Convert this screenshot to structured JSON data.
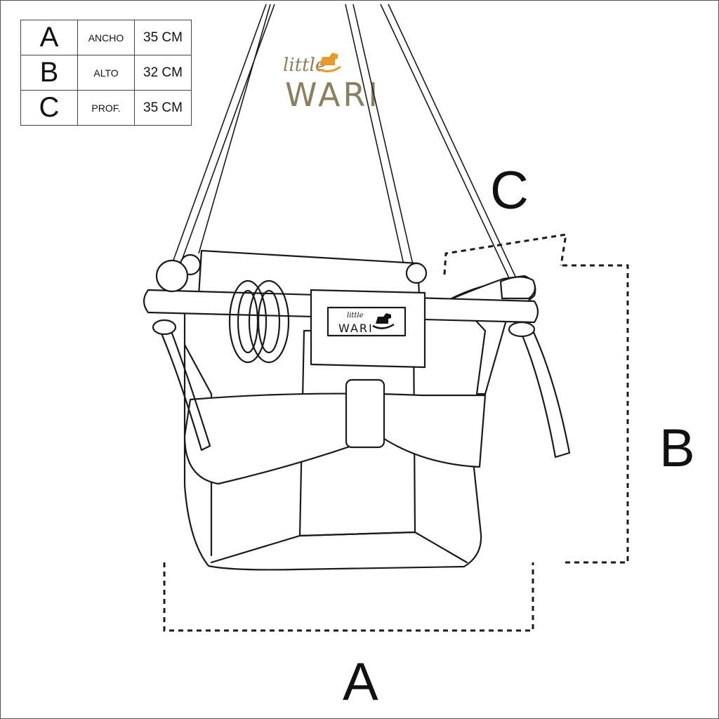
{
  "brand": {
    "line1": "little",
    "line2": "WARI",
    "text_color": "#8a8060",
    "horse_color": "#e89a2a"
  },
  "label_tag": {
    "line1": "little",
    "line2": "WARI"
  },
  "dimensions": [
    {
      "key": "A",
      "name": "ANCHO",
      "value": "35 CM"
    },
    {
      "key": "B",
      "name": "ALTO",
      "value": "32 CM"
    },
    {
      "key": "C",
      "name": "PROF.",
      "value": "35 CM"
    }
  ],
  "axis_labels": {
    "a": "A",
    "b": "B",
    "c": "C"
  },
  "icons": {
    "logo": "rocking-horse-icon",
    "tag": "rocking-horse-icon"
  }
}
